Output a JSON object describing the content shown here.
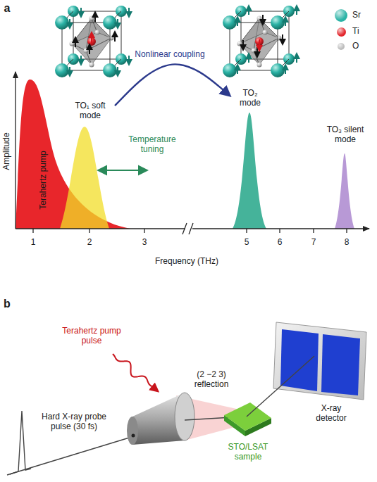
{
  "diagram": {
    "nodes": [
      {
        "text": [
          "Terahertz pump"
        ]
      },
      {
        "text": [
          "TO₁ soft mode"
        ]
      },
      {
        "text": [
          "TO₂ mode"
        ]
      },
      {
        "text": [
          "TO₃ silent mode"
        ]
      }
    ],
    "edges": [
      {
        "from": 1,
        "to": 2,
        "arrow": "to",
        "label": "Nonlinear coupling"
      }
    ],
    "labels": [
      "a",
      "Amplitude",
      "1",
      "2",
      "3",
      "5",
      "6",
      "7",
      "8",
      "Frequency (THz)",
      "Temperature tuning",
      "b",
      "Terahertz pump pulse",
      "Hard X-ray probe pulse (30 fs)",
      "(2 −2 3) reflection",
      "X-ray detector",
      "STO/LSAT sample"
    ],
    "legend": [
      {
        "text": "Sr",
        "color": "#2bb3a6"
      },
      {
        "text": "Ti",
        "color": "#e3262c"
      },
      {
        "text": "O",
        "color": "#bdbdbd"
      }
    ]
  }
}
